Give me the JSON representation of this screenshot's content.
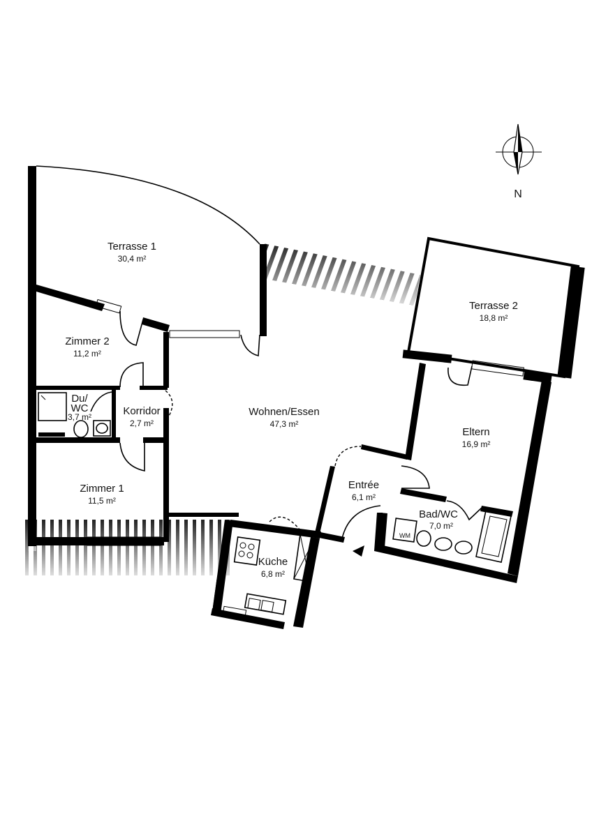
{
  "rooms": {
    "terrasse1": {
      "name": "Terrasse 1",
      "area": "30,4 m²"
    },
    "terrasse2": {
      "name": "Terrasse 2",
      "area": "18,8 m²"
    },
    "zimmer2": {
      "name": "Zimmer 2",
      "area": "11,2 m²"
    },
    "du_wc": {
      "name_line1": "Du/",
      "name_line2": "WC",
      "area": "3,7 m²"
    },
    "korridor": {
      "name": "Korridor",
      "area": "2,7 m²"
    },
    "wohnen": {
      "name": "Wohnen/Essen",
      "area": "47,3 m²"
    },
    "eltern": {
      "name": "Eltern",
      "area": "16,9 m²"
    },
    "entree": {
      "name": "Entrée",
      "area": "6,1 m²"
    },
    "bad_wc": {
      "name": "Bad/WC",
      "area": "7,0 m²"
    },
    "zimmer1": {
      "name": "Zimmer 1",
      "area": "11,5 m²"
    },
    "kueche": {
      "name": "Küche",
      "area": "6,8 m²"
    }
  },
  "fixtures": {
    "washing_machine": "WM"
  },
  "compass": {
    "label": "N"
  },
  "colors": {
    "wall": "#000000",
    "background": "#ffffff",
    "text": "#111111"
  }
}
